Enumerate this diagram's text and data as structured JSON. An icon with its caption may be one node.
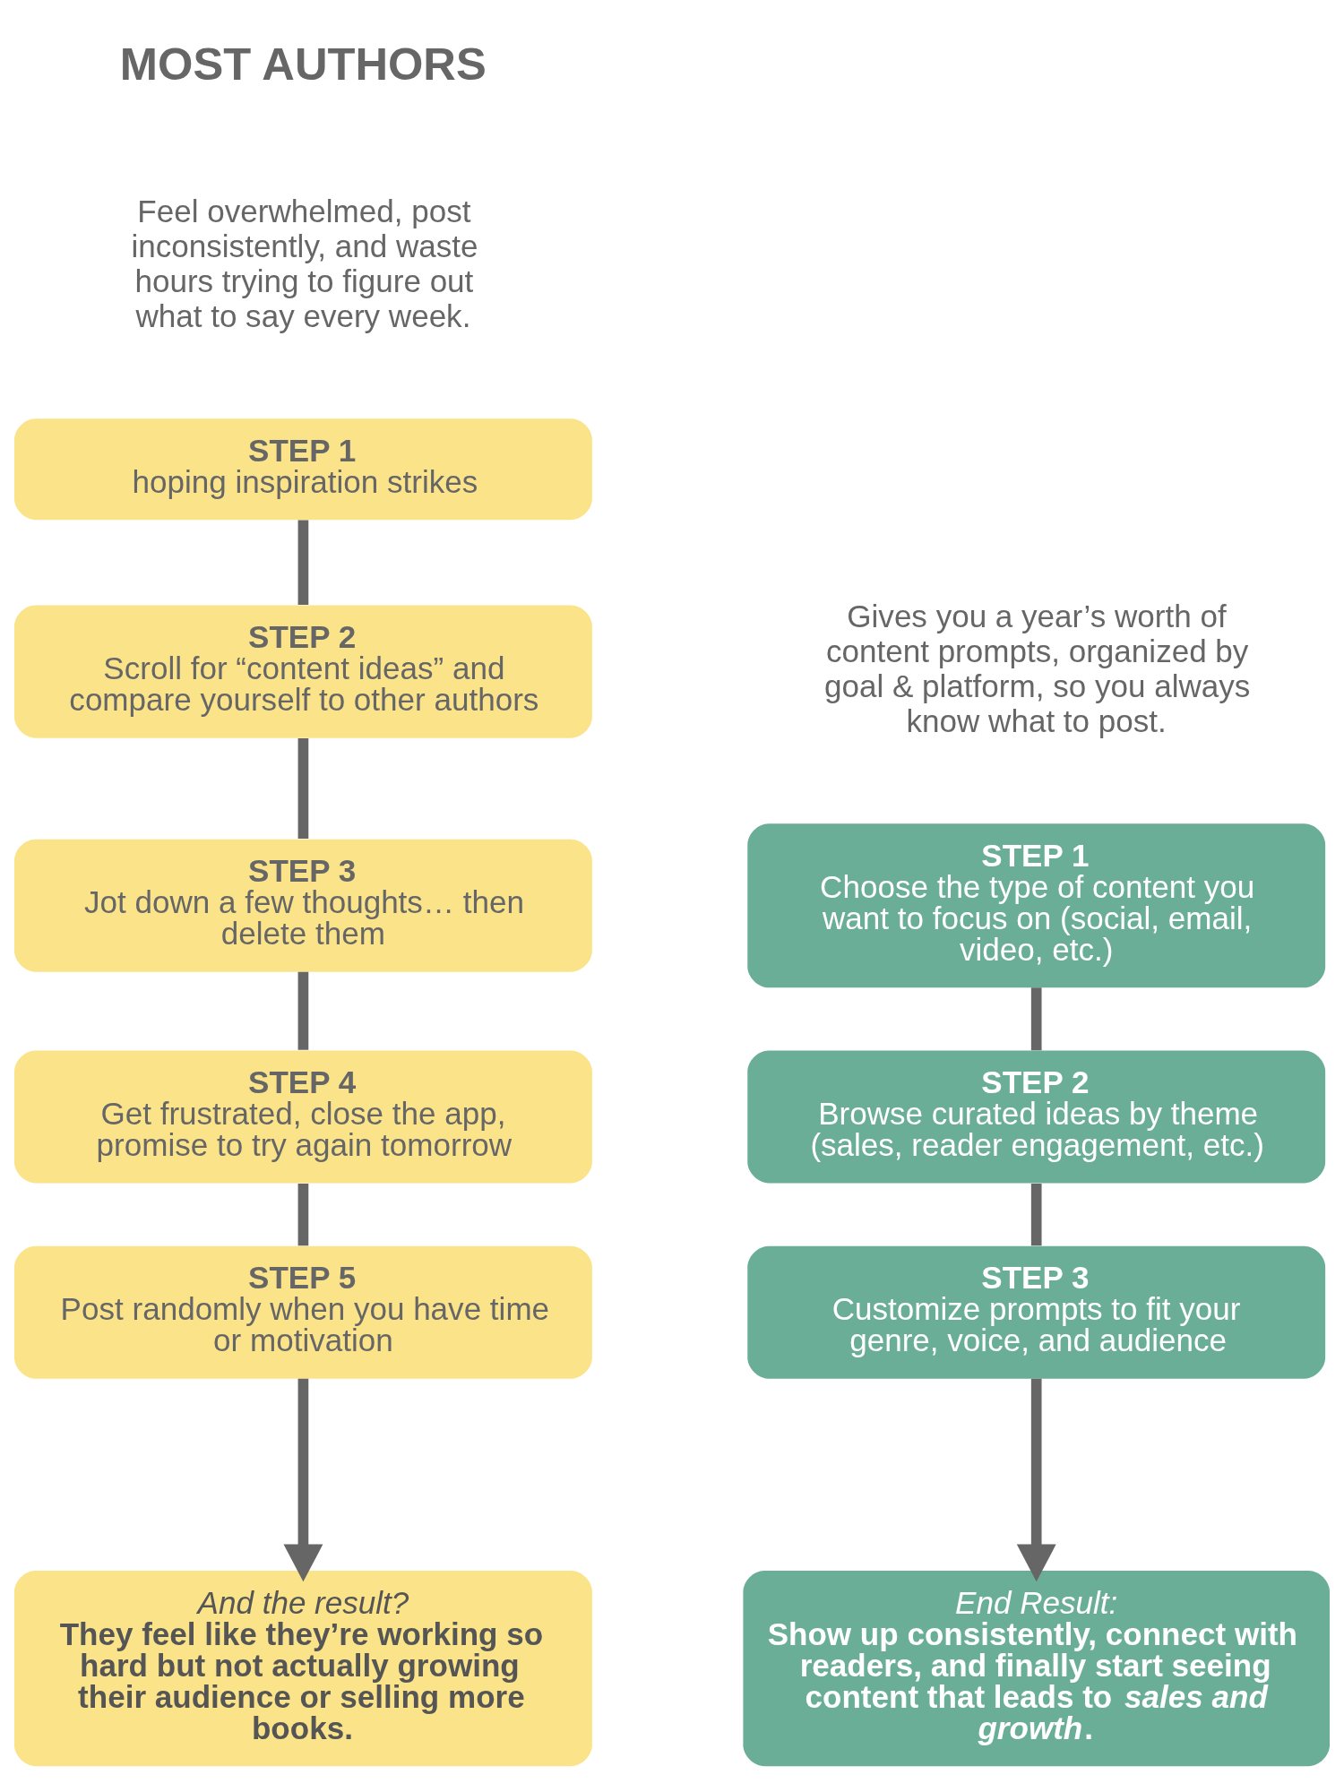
{
  "diagram": {
    "nodes": [
      {
        "text": [
          "STEP 1",
          "hoping inspiration strikes"
        ]
      },
      {
        "text": [
          "STEP 2",
          "Scroll for “content ideas” and compare yourself to other authors"
        ]
      },
      {
        "text": [
          "STEP 3",
          "Jot down a few thoughts… then delete them"
        ]
      },
      {
        "text": [
          "STEP 4",
          "Get frustrated, close the app, promise to try again tomorrow"
        ]
      },
      {
        "text": [
          "STEP 5",
          "Post randomly when you have time or motivation"
        ]
      },
      {
        "text": [
          "And the result?",
          "They feel like they’re working so hard but not actually growing their audience or selling more books."
        ]
      },
      {
        "text": [
          "STEP 1",
          "Choose the type of content you want to focus on (social, email, video, etc.)"
        ]
      },
      {
        "text": [
          "STEP 2",
          "Browse curated ideas by theme (sales, reader engagement, etc.)"
        ]
      },
      {
        "text": [
          "STEP 3",
          "Customize prompts to fit your genre, voice, and audience"
        ]
      },
      {
        "text": [
          "End Result:",
          "Show up consistently, connect with readers, and finally start seeing content that leads to *sales and growth*."
        ]
      }
    ],
    "edges": [
      {
        "from": 0,
        "to": 1,
        "arrow": "none"
      },
      {
        "from": 1,
        "to": 2,
        "arrow": "none"
      },
      {
        "from": 2,
        "to": 3,
        "arrow": "none"
      },
      {
        "from": 3,
        "to": 4,
        "arrow": "none"
      },
      {
        "from": 4,
        "to": 5,
        "arrow": "to"
      },
      {
        "from": 6,
        "to": 7,
        "arrow": "none"
      },
      {
        "from": 7,
        "to": 8,
        "arrow": "none"
      },
      {
        "from": 8,
        "to": 9,
        "arrow": "to"
      }
    ],
    "labels": [
      "MOST AUTHORS",
      "Feel overwhelmed, post inconsistently, and waste hours trying to figure out what to say every week.",
      "Gives you a year’s worth of content prompts, organized by goal & platform, so you always know what to post."
    ]
  }
}
